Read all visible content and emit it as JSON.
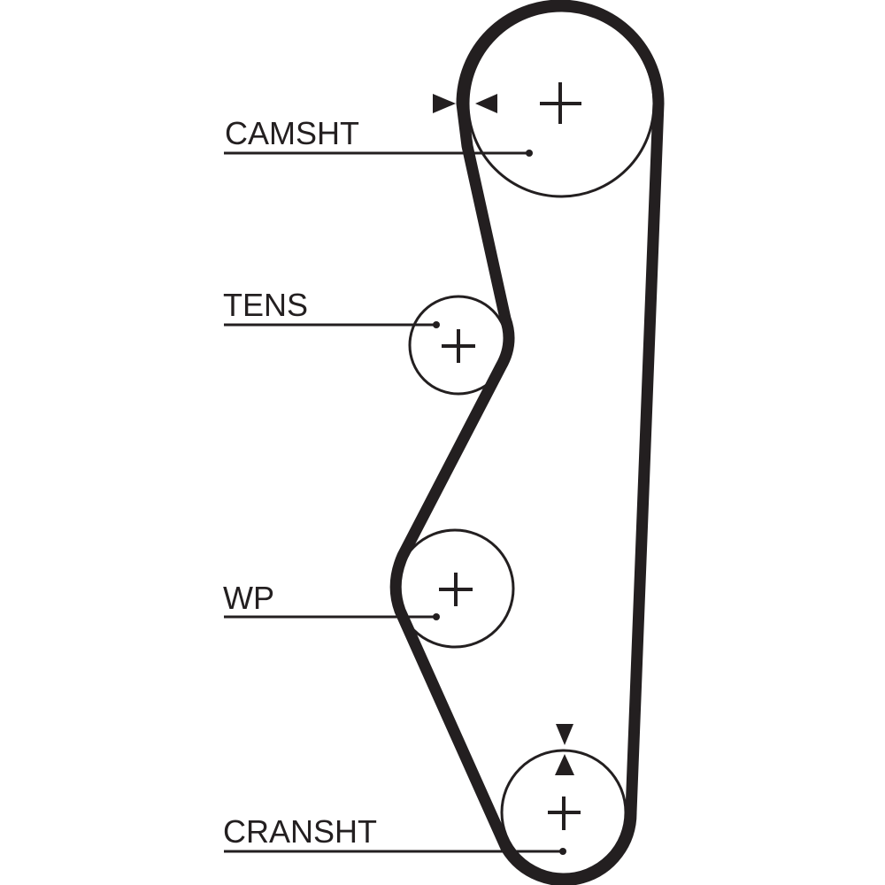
{
  "diagram": {
    "title": "Timing belt routing",
    "colors": {
      "ink": "#231f20",
      "background": "#ffffff"
    },
    "labels": {
      "camshaft": "CAMSHT",
      "tensioner": "TENS",
      "water_pump": "WP",
      "crankshaft": "CRANSHT"
    }
  }
}
